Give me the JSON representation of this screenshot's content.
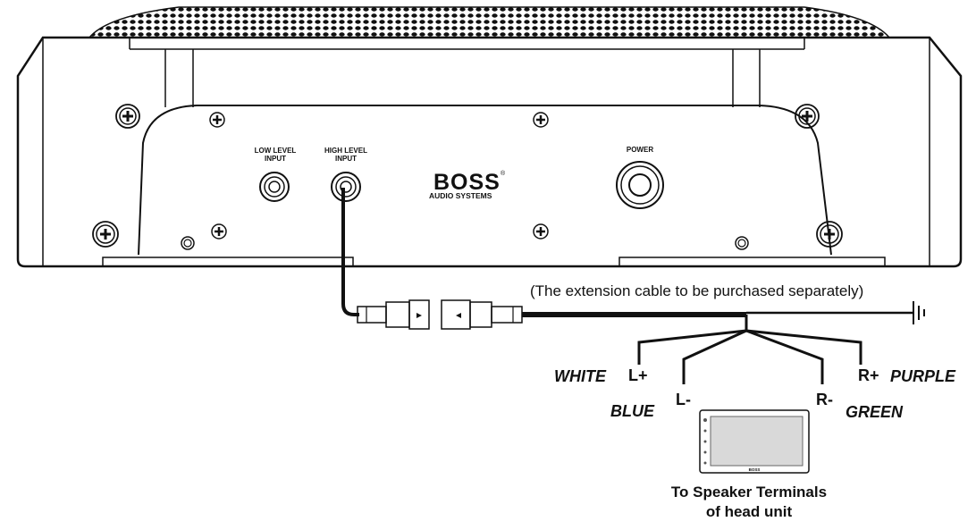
{
  "amplifier": {
    "low_level_input_line1": "LOW LEVEL",
    "low_level_input_line2": "INPUT",
    "high_level_input_line1": "HIGH LEVEL",
    "high_level_input_line2": "INPUT",
    "power_label": "POWER",
    "logo_text": "BOSS",
    "logo_sub": "AUDIO SYSTEMS",
    "logo_registered": "®"
  },
  "cable": {
    "note": "(The extension cable to be purchased separately)"
  },
  "wires": {
    "left_pos": {
      "pin": "L+",
      "color": "WHITE"
    },
    "left_neg": {
      "pin": "L-",
      "color": "BLUE"
    },
    "right_neg": {
      "pin": "R-",
      "color": "GREEN"
    },
    "right_pos": {
      "pin": "R+",
      "color": "PURPLE"
    }
  },
  "head_unit": {
    "brand": "BOSS",
    "caption_line1": "To Speaker Terminals",
    "caption_line2": "of head unit"
  }
}
